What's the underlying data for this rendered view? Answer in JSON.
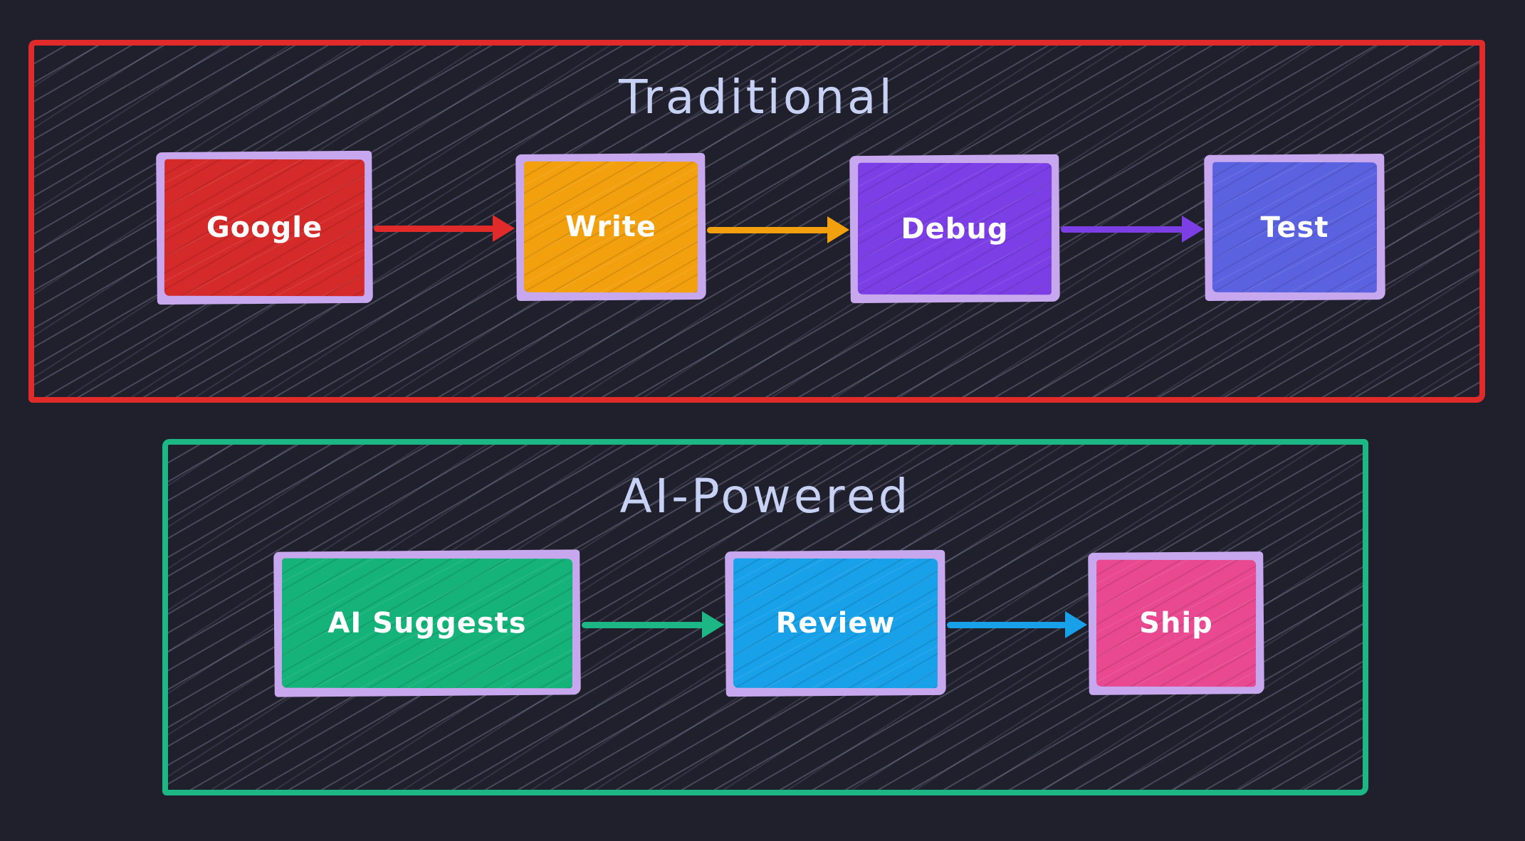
{
  "canvas": {
    "background": "#201f2c",
    "hatch_color": "#9aa3c0",
    "title_color": "#c7d1f4",
    "node_frame_color": "#c7a8ee",
    "node_text_color": "#ffffff"
  },
  "sections": [
    {
      "title": "Traditional",
      "border_color": "#e12b2b",
      "nodes": [
        {
          "label": "Google",
          "fill": "#d42a2a"
        },
        {
          "label": "Write",
          "fill": "#f2a00e"
        },
        {
          "label": "Debug",
          "fill": "#7c3fe6"
        },
        {
          "label": "Test",
          "fill": "#5b62e0"
        }
      ],
      "arrows": [
        {
          "from": "Google",
          "to": "Write",
          "color": "#e12b2b"
        },
        {
          "from": "Write",
          "to": "Debug",
          "color": "#f2a00e"
        },
        {
          "from": "Debug",
          "to": "Test",
          "color": "#7c3fe6"
        }
      ]
    },
    {
      "title": "AI-Powered",
      "border_color": "#1db685",
      "nodes": [
        {
          "label": "AI Suggests",
          "fill": "#15b279"
        },
        {
          "label": "Review",
          "fill": "#18a0e8"
        },
        {
          "label": "Ship",
          "fill": "#e94990"
        }
      ],
      "arrows": [
        {
          "from": "AI Suggests",
          "to": "Review",
          "color": "#1db685"
        },
        {
          "from": "Review",
          "to": "Ship",
          "color": "#18a0e8"
        }
      ]
    }
  ]
}
